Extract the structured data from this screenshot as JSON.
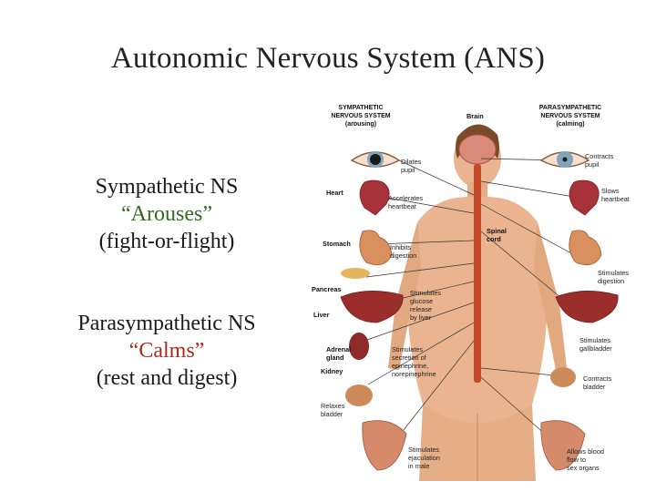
{
  "title": "Autonomic Nervous System (ANS)",
  "sympathetic": {
    "line1": "Sympathetic NS",
    "line2": "“Arouses”",
    "line3": "(fight-or-flight)"
  },
  "parasympathetic": {
    "line1": "Parasympathetic NS",
    "line2": "“Calms”",
    "line3": "(rest and digest)"
  },
  "figure": {
    "header_left": [
      "SYMPATHETIC",
      "NERVOUS SYSTEM",
      "(arousing)"
    ],
    "header_right": [
      "PARASYMPATHETIC",
      "NERVOUS SYSTEM",
      "(calming)"
    ],
    "brain": "Brain",
    "spinal_cord": [
      "Spinal",
      "cord"
    ],
    "organs": {
      "heart": "Heart",
      "stomach": "Stomach",
      "pancreas": "Pancreas",
      "liver": "Liver",
      "adrenal": [
        "Adrenal",
        "gland"
      ],
      "kidney": "Kidney",
      "relaxes_bladder": [
        "Relaxes",
        "bladder"
      ]
    },
    "sym_effects": {
      "dilates_pupil": [
        "Dilates",
        "pupil"
      ],
      "accelerates_heartbeat": [
        "Accelerates",
        "heartbeat"
      ],
      "inhibits_digestion": [
        "Inhibits",
        "digestion"
      ],
      "stimulates_glucose": [
        "Stimulates",
        "glucose",
        "release",
        "by liver"
      ],
      "stimulates_secretion": [
        "Stimulates",
        "secretion of",
        "epinephrine,",
        "norepinephrine"
      ],
      "stimulates_ejaculation": [
        "Stimulates",
        "ejaculation",
        "in male"
      ]
    },
    "para_effects": {
      "contracts_pupil": [
        "Contracts",
        "pupil"
      ],
      "slows_heartbeat": [
        "Slows",
        "heartbeat"
      ],
      "stimulates_digestion": [
        "Stimulates",
        "digestion"
      ],
      "stimulates_gallbladder": [
        "Stimulates",
        "gallbladder"
      ],
      "contracts_bladder": [
        "Contracts",
        "bladder"
      ],
      "allows_blood_flow": [
        "Allows blood",
        "flow to",
        "sex organs"
      ]
    }
  },
  "colors": {
    "arouses": "#2f6b1f",
    "calms": "#b02a1c",
    "skin": "#e9b48f",
    "organ_red": "#a8323a",
    "spinal": "#c24a28"
  }
}
